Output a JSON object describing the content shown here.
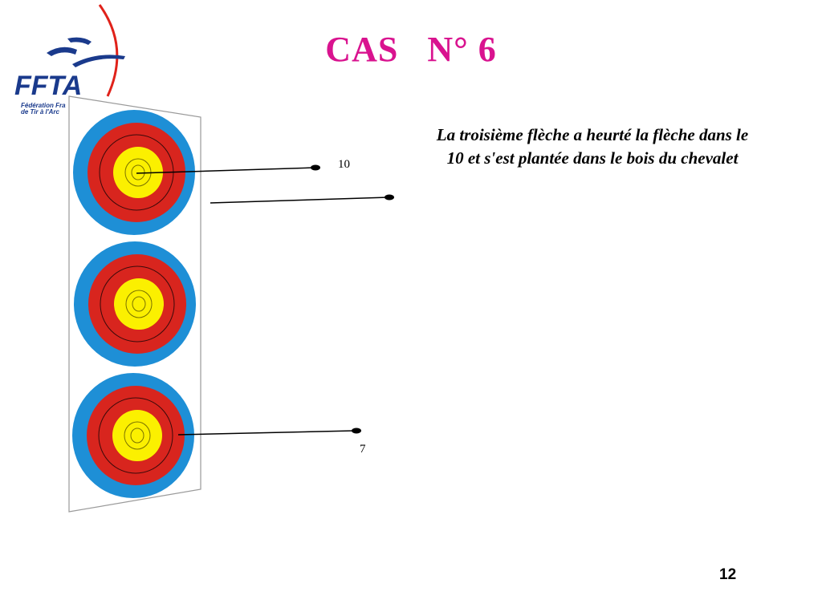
{
  "slide": {
    "title": "CAS   N° 6",
    "description": "La troisième flèche a heurté la flèche dans le 10 et s'est plantée dans le bois du chevalet",
    "page_number": "12"
  },
  "logo": {
    "wordmark": "FFTA",
    "subtitle_lines": [
      "Fédération Fra",
      "de Tir à l'Arc"
    ]
  },
  "labels": {
    "arrow_top": "10",
    "arrow_bottom": "7"
  },
  "colors": {
    "title": "#d9138f",
    "ring_blue": "#1e8fd6",
    "ring_red": "#d8251e",
    "ring_yellow": "#fbf000",
    "logo_blue": "#1a3a8c",
    "logo_red": "#e0221a"
  }
}
